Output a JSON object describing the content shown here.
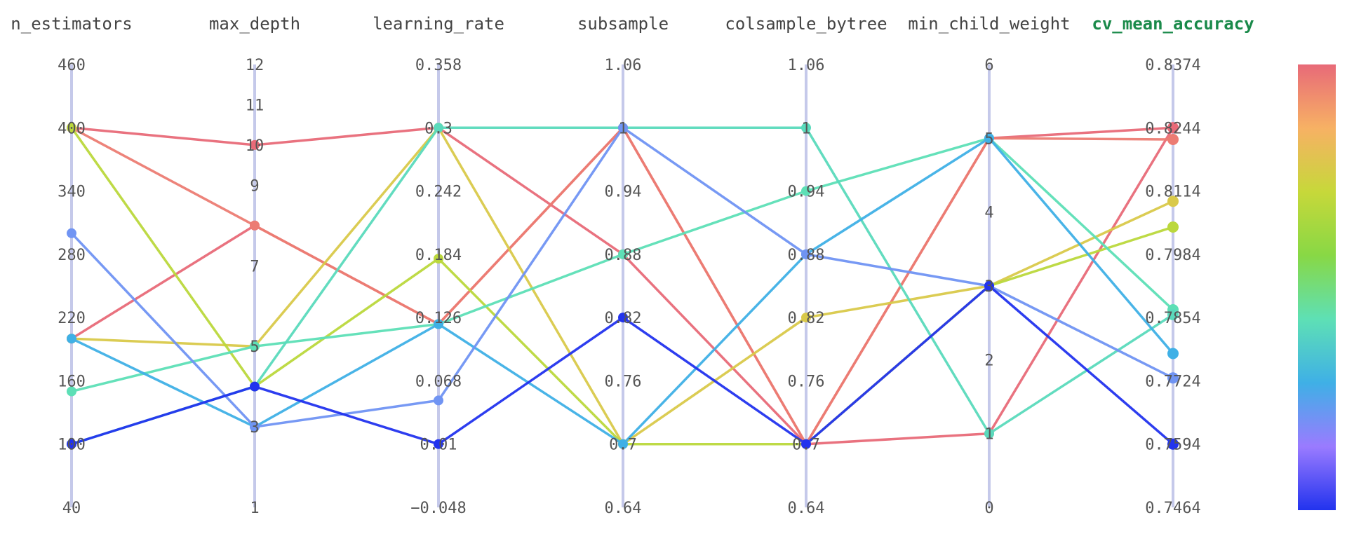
{
  "chart_data": {
    "type": "parallel_coordinates",
    "color_dimension": "cv_mean_accuracy",
    "colorscale": [
      "#2233ee",
      "#9a7bff",
      "#3fb0e6",
      "#5ee0b5",
      "#88d845",
      "#c7d83a",
      "#f7b164",
      "#e86a78"
    ],
    "colorbar_range": [
      0.7594,
      0.8244
    ],
    "dimensions": [
      {
        "name": "n_estimators",
        "ticks": [
          "460",
          "400",
          "340",
          "280",
          "220",
          "160",
          "100",
          "40"
        ],
        "range": [
          40,
          460
        ],
        "target": false
      },
      {
        "name": "max_depth",
        "ticks": [
          "12",
          "11",
          "10",
          "9",
          "7",
          "5",
          "3",
          "1"
        ],
        "range": [
          1,
          12
        ],
        "target": false
      },
      {
        "name": "learning_rate",
        "ticks": [
          "0.358",
          "0.3",
          "0.242",
          "0.184",
          "0.126",
          "0.068",
          "0.01",
          "−0.048"
        ],
        "range": [
          -0.048,
          0.358
        ],
        "target": false
      },
      {
        "name": "subsample",
        "ticks": [
          "1.06",
          "1",
          "0.94",
          "0.88",
          "0.82",
          "0.76",
          "0.7",
          "0.64"
        ],
        "range": [
          0.64,
          1.06
        ],
        "target": false
      },
      {
        "name": "colsample_bytree",
        "ticks": [
          "1.06",
          "1",
          "0.94",
          "0.88",
          "0.82",
          "0.76",
          "0.7",
          "0.64"
        ],
        "range": [
          0.64,
          1.06
        ],
        "target": false
      },
      {
        "name": "min_child_weight",
        "ticks": [
          "6",
          "5",
          "4",
          "3",
          "2",
          "1",
          "0"
        ],
        "range": [
          0,
          6
        ],
        "target": false
      },
      {
        "name": "cv_mean_accuracy",
        "ticks": [
          "0.8374",
          "0.8244",
          "0.8114",
          "0.7984",
          "0.7854",
          "0.7724",
          "0.7594",
          "0.7464"
        ],
        "range": [
          0.7464,
          0.8374
        ],
        "target": true
      }
    ],
    "rows": [
      [
        400,
        10,
        0.3,
        0.88,
        0.7,
        5,
        0.8244
      ],
      [
        200,
        8,
        0.12,
        1,
        0.7,
        1,
        0.8244
      ],
      [
        400,
        8,
        0.12,
        1,
        0.7,
        5,
        0.822
      ],
      [
        200,
        5,
        0.3,
        0.7,
        0.82,
        3,
        0.8093
      ],
      [
        400,
        4,
        0.18,
        0.7,
        0.7,
        3,
        0.804
      ],
      [
        150,
        5,
        0.12,
        0.88,
        0.94,
        5,
        0.787
      ],
      [
        100,
        4,
        0.3,
        1,
        1,
        1,
        0.786
      ],
      [
        200,
        3,
        0.12,
        0.7,
        0.88,
        5,
        0.778
      ],
      [
        300,
        3,
        0.05,
        1,
        0.88,
        3,
        0.773
      ],
      [
        100,
        4,
        0.01,
        0.82,
        0.7,
        3,
        0.7594
      ]
    ]
  }
}
